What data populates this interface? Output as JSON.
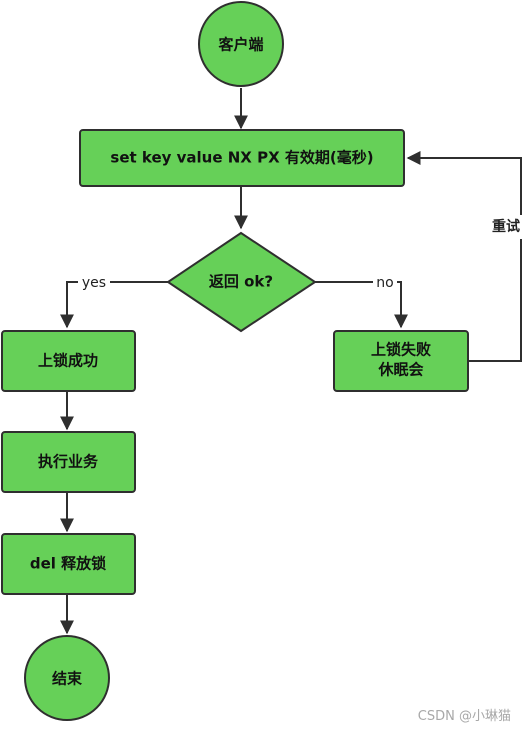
{
  "nodes": {
    "client": "客户端",
    "set_key": "set key value NX PX 有效期(毫秒)",
    "decision": "返回 ok?",
    "lock_success": "上锁成功",
    "lock_fail_line1": "上锁失败",
    "lock_fail_line2": "休眠会",
    "execute": "执行业务",
    "release": "del 释放锁",
    "end": "结束"
  },
  "edges": {
    "yes": "yes",
    "no": "no",
    "retry": "重试"
  },
  "colors": {
    "node_fill": "#66d058",
    "node_stroke": "#2f2f2f",
    "edge": "#2f2f2f"
  },
  "watermark": "CSDN @小琳猫"
}
